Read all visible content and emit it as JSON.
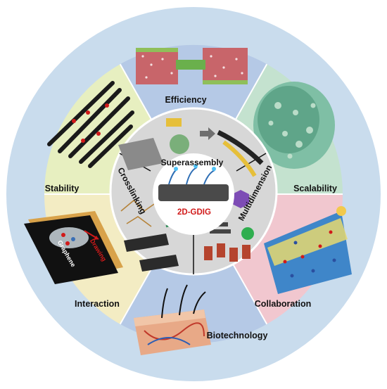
{
  "center": {
    "label": "2D-GDIG"
  },
  "inner_ring": {
    "top": "Superassembly",
    "left": "Crosslinking",
    "right": "Multidimension"
  },
  "outer_ring": [
    {
      "label": "Efficiency",
      "color": "#b5c9e6"
    },
    {
      "label": "Scalability",
      "color": "#c4e2cf"
    },
    {
      "label": "Collaboration",
      "color": "#f1c7cf"
    },
    {
      "label": "Biotechnology",
      "color": "#b5c9e6"
    },
    {
      "label": "Interaction",
      "color": "#f3ecc3"
    },
    {
      "label": "Stability",
      "color": "#e7efc0"
    }
  ],
  "interaction_panel": {
    "graphene_label": "Graphene",
    "drawing_label": "Drawing"
  },
  "colors": {
    "outer_ring": "#c9dced",
    "inner_disc": "#d7d7d7",
    "center_disc": "#ffffff",
    "accent_red": "#d11a1a"
  }
}
